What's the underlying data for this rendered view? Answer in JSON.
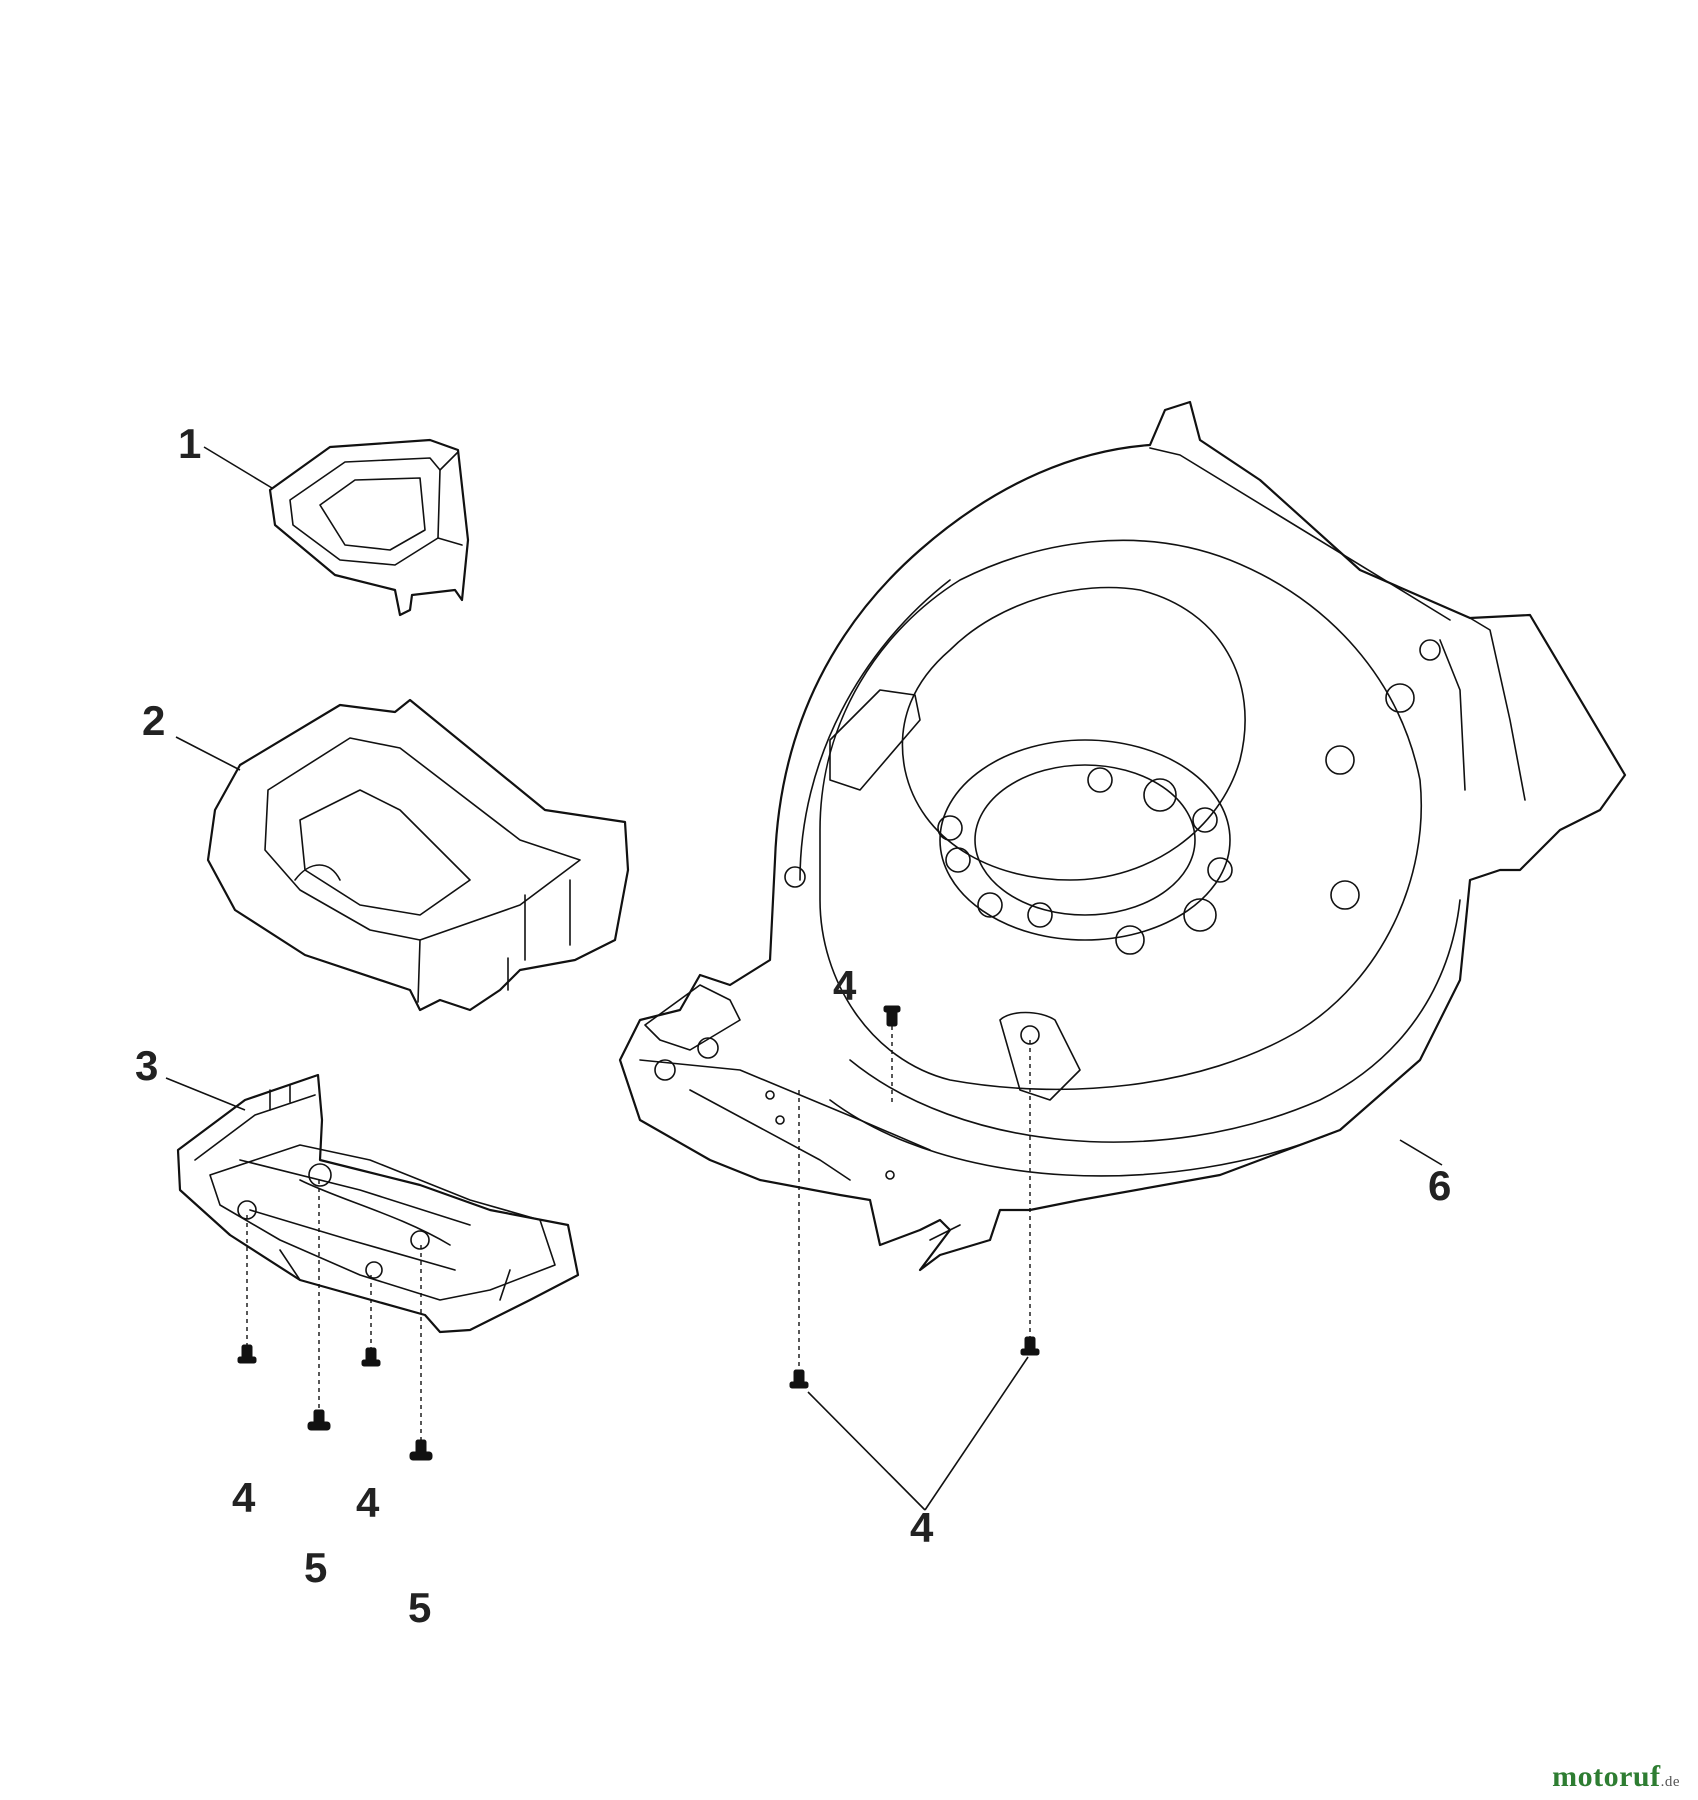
{
  "callouts": {
    "part_1": "1",
    "part_2": "2",
    "part_3": "3",
    "part_4_right_top": "4",
    "part_6": "6",
    "part_4_left_a": "4",
    "part_5_left_a": "5",
    "part_4_left_b": "4",
    "part_5_left_b": "5",
    "part_4_right_bottom": "4"
  },
  "watermark": {
    "brand": "motoruf",
    "suffix": ".de",
    "brand_color": "#2e7d32"
  },
  "parts": [
    "handle-cover",
    "front-cover",
    "guard-plate",
    "screw",
    "screw",
    "mower-deck"
  ]
}
